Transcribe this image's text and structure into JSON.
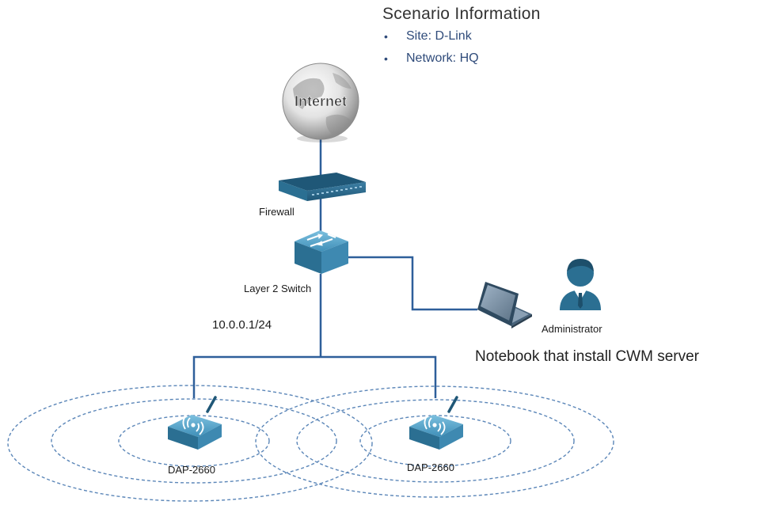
{
  "scenario": {
    "title": "Scenario  Information",
    "items": [
      {
        "label": "Site: D-Link"
      },
      {
        "label": "Network:  HQ"
      }
    ]
  },
  "nodes": {
    "internet": {
      "label": "Internet",
      "icon": "globe-icon"
    },
    "firewall": {
      "label": "Firewall",
      "icon": "firewall-icon"
    },
    "switch": {
      "label": "Layer 2 Switch",
      "icon": "switch-icon"
    },
    "notebook": {
      "icon": "laptop-icon"
    },
    "administrator": {
      "label": "Administrator",
      "icon": "user-icon"
    },
    "ap1": {
      "label": "DAP-2660",
      "icon": "access-point-icon"
    },
    "ap2": {
      "label": "DAP-2660",
      "icon": "access-point-icon"
    }
  },
  "subnet_label": "10.0.0.1/24",
  "notebook_caption": "Notebook that install CWM server",
  "colors": {
    "link": "#2e5f9a",
    "device_top": "#5ea3c8",
    "device_side": "#2b6f92",
    "wireless_ring": "#5b86b8",
    "user": "#2b6f92"
  }
}
